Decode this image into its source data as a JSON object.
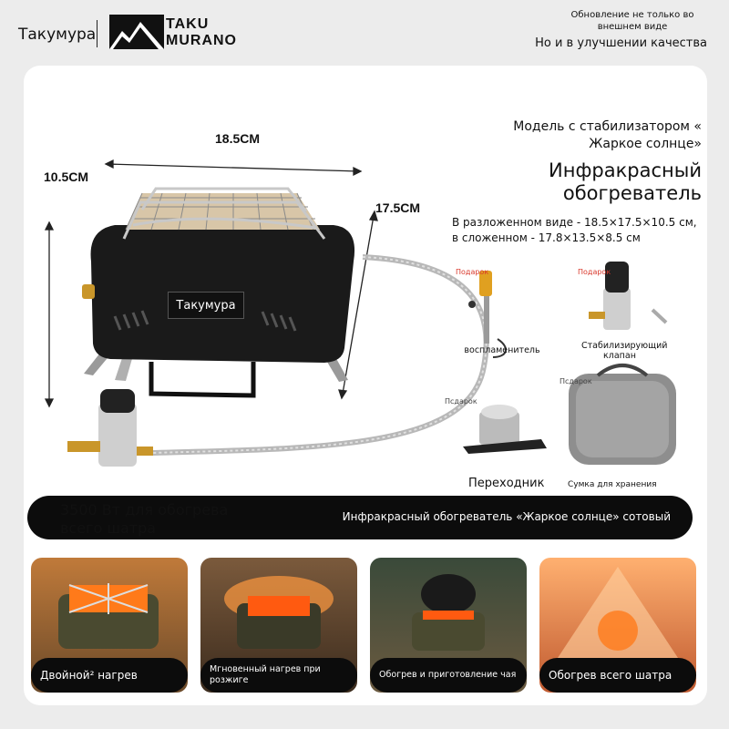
{
  "header": {
    "brand_ru": "Такумура",
    "logo_line1": "TAKU",
    "logo_line2": "MURANO",
    "slogan_line1": "Обновление не только во внешнем виде",
    "slogan_line2": "Но и в улучшении качества"
  },
  "dimensions": {
    "width": "18.5CM",
    "height": "10.5CM",
    "depth": "17.5CM"
  },
  "product": {
    "badge": "Такумура",
    "model_note": "Модель с стабилизатором « Жаркое солнце»",
    "title": "Инфракрасный обогреватель",
    "sizes": "В разложенном виде - 18.5×17.5×10.5 см, в сложенном - 17.8×13.5×8.5 см"
  },
  "gifts": {
    "tag": "Подарок",
    "tag_alt": "Псдарок",
    "igniter": "воспламенитель",
    "valve": "Стабилизирующий клапан",
    "adapter": "Переходник",
    "bag": "Сумка для хранения"
  },
  "banner": {
    "power": "3500 Вт для обогрева всего шатра",
    "bar_text": "Инфракрасный обогреватель «Жаркое солнце» сотовый"
  },
  "tiles": [
    {
      "caption": "Двойной² нагрев"
    },
    {
      "caption": "Мгновенный нагрев при розжиге"
    },
    {
      "caption": "Обогрев и приготовление чая"
    },
    {
      "caption": "Обогрев всего шатра"
    }
  ],
  "colors": {
    "background": "#ececec",
    "card": "#ffffff",
    "bar": "#0c0c0c",
    "heater_body": "#1a1a1a",
    "brass": "#c9962a",
    "glow": "#ff7a1a",
    "gift_red": "#d9382b"
  }
}
